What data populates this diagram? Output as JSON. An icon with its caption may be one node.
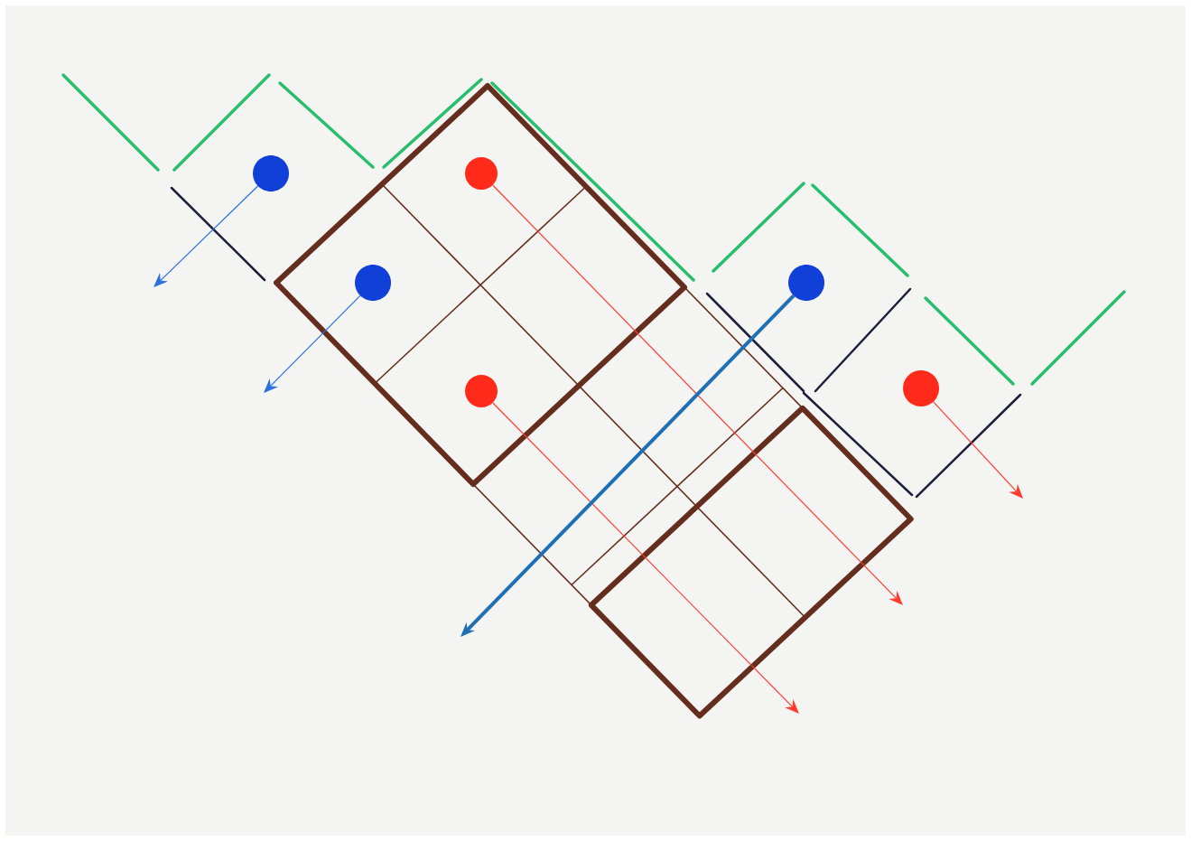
{
  "diagram": {
    "nodes": [
      {
        "text": [],
        "shape": "circle"
      },
      {
        "text": [],
        "shape": "circle"
      },
      {
        "text": [],
        "shape": "circle"
      },
      {
        "text": [],
        "shape": "circle"
      },
      {
        "text": [],
        "shape": "circle"
      },
      {
        "text": [],
        "shape": "circle"
      }
    ],
    "edges": [
      {
        "from": 0,
        "to": null,
        "arrow": "to",
        "color": "#2a6fe0"
      },
      {
        "from": 1,
        "to": null,
        "arrow": "to",
        "color": "#ff3b30"
      },
      {
        "from": 2,
        "to": null,
        "arrow": "to",
        "color": "#2a6fe0"
      },
      {
        "from": 3,
        "to": null,
        "arrow": "to",
        "color": "#ff3b30"
      },
      {
        "from": 4,
        "to": null,
        "arrow": "to",
        "style": "thick",
        "color": "#1f6fb5"
      },
      {
        "from": 5,
        "to": null,
        "arrow": "to",
        "color": "#ff3b30"
      }
    ]
  }
}
